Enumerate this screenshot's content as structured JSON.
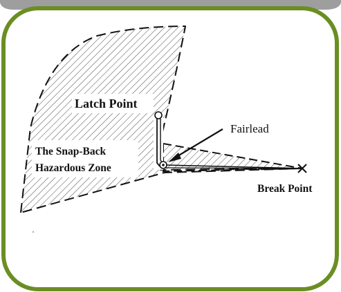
{
  "diagram": {
    "labels": {
      "latch_point": "Latch Point",
      "fairlead": "Fairlead",
      "zone_line1": "The Snap-Back",
      "zone_line2": "Hazardous Zone",
      "break_point": "Break Point"
    },
    "colors": {
      "frame_border": "#6b8e23",
      "frame_top_shadow": "#9e9e9e",
      "zone_hatch": "#555555",
      "outline": "#111111",
      "background": "#ffffff"
    },
    "markers": {
      "break_point_symbol": "cross-marker",
      "fairlead_symbol": "circle-marker",
      "latch_point_symbol": "circle-marker"
    }
  }
}
